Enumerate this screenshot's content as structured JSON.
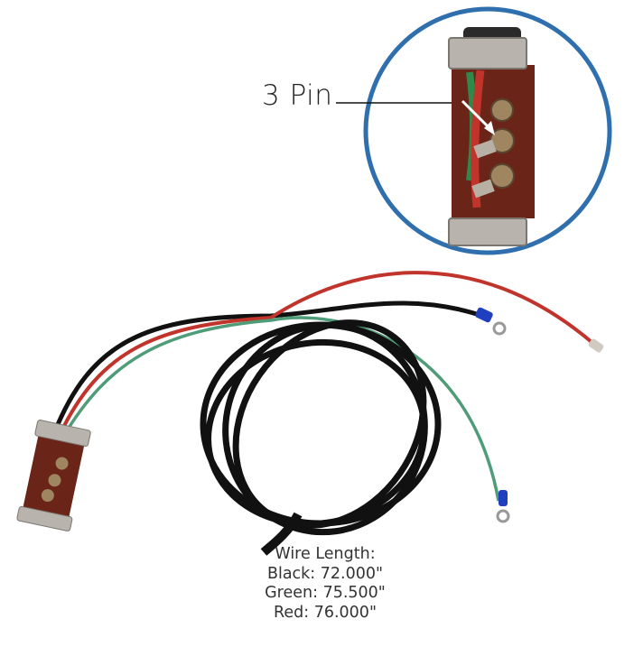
{
  "callout": {
    "label": "3 Pin",
    "circle_color": "#2f6fae"
  },
  "wire_info": {
    "heading": "Wire Length:",
    "lines": [
      "Black: 72.000\"",
      "Green: 75.500\"",
      "Red: 76.000\""
    ]
  },
  "colors": {
    "black_wire": "#111111",
    "green_wire": "#4f9c78",
    "red_wire": "#c0342c",
    "ring_terminal_insulator": "#1f3fbf",
    "connector_metal": "#b8b4ad",
    "connector_interior": "#6a2418"
  }
}
